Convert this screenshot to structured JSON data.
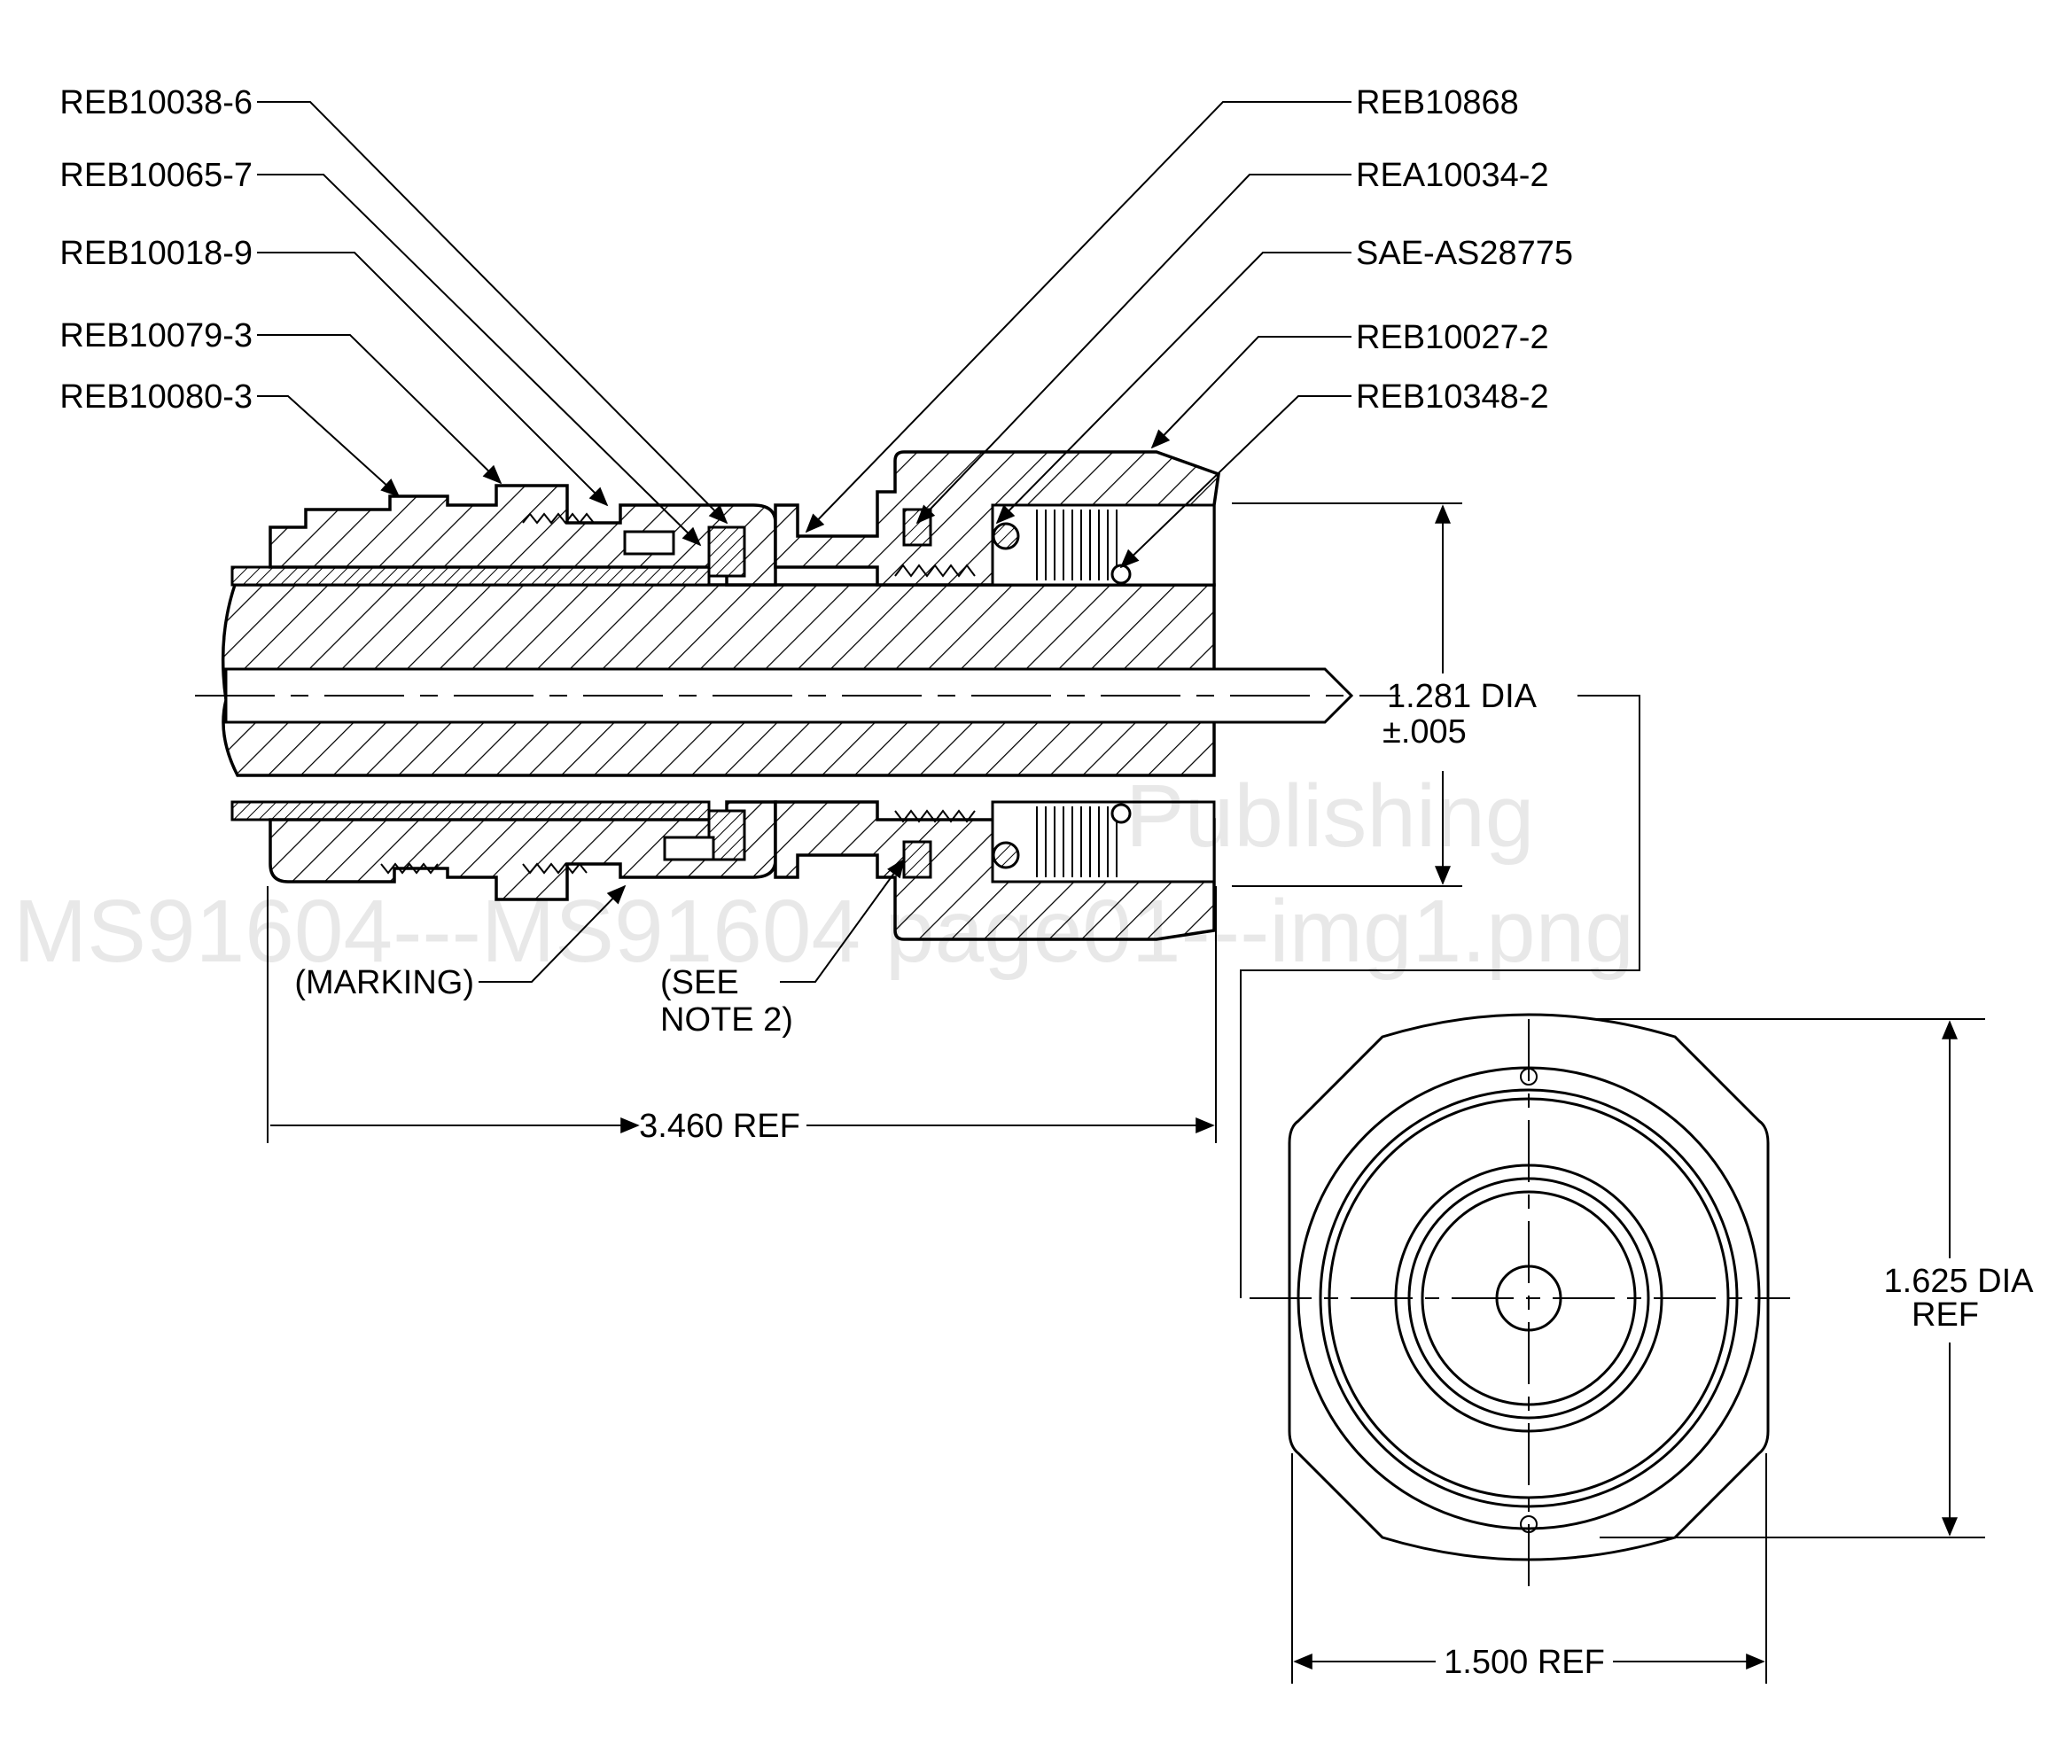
{
  "part_labels": {
    "left": [
      "REB10038-6",
      "REB10065-7",
      "REB10018-9",
      "REB10079-3",
      "REB10080-3"
    ],
    "right": [
      "REB10868",
      "REA10034-2",
      "SAE-AS28775",
      "REB10027-2",
      "REB10348-2"
    ]
  },
  "callouts": {
    "marking": "(MARKING)",
    "see_note_line1": "(SEE",
    "see_note_line2": "NOTE 2)"
  },
  "dimensions": {
    "overall_length": "3.460 REF",
    "bore_dia_line1": "1.281 DIA",
    "bore_dia_line2": "±.005",
    "outer_dia_line1": "1.625 DIA",
    "outer_dia_line2": "REF",
    "flats": "1.500 REF"
  },
  "watermark": {
    "line1": "Publishing",
    "line2": "MS91604---MS91604 page01---img1.png"
  },
  "colors": {
    "ink": "#000000",
    "paper": "#ffffff"
  }
}
